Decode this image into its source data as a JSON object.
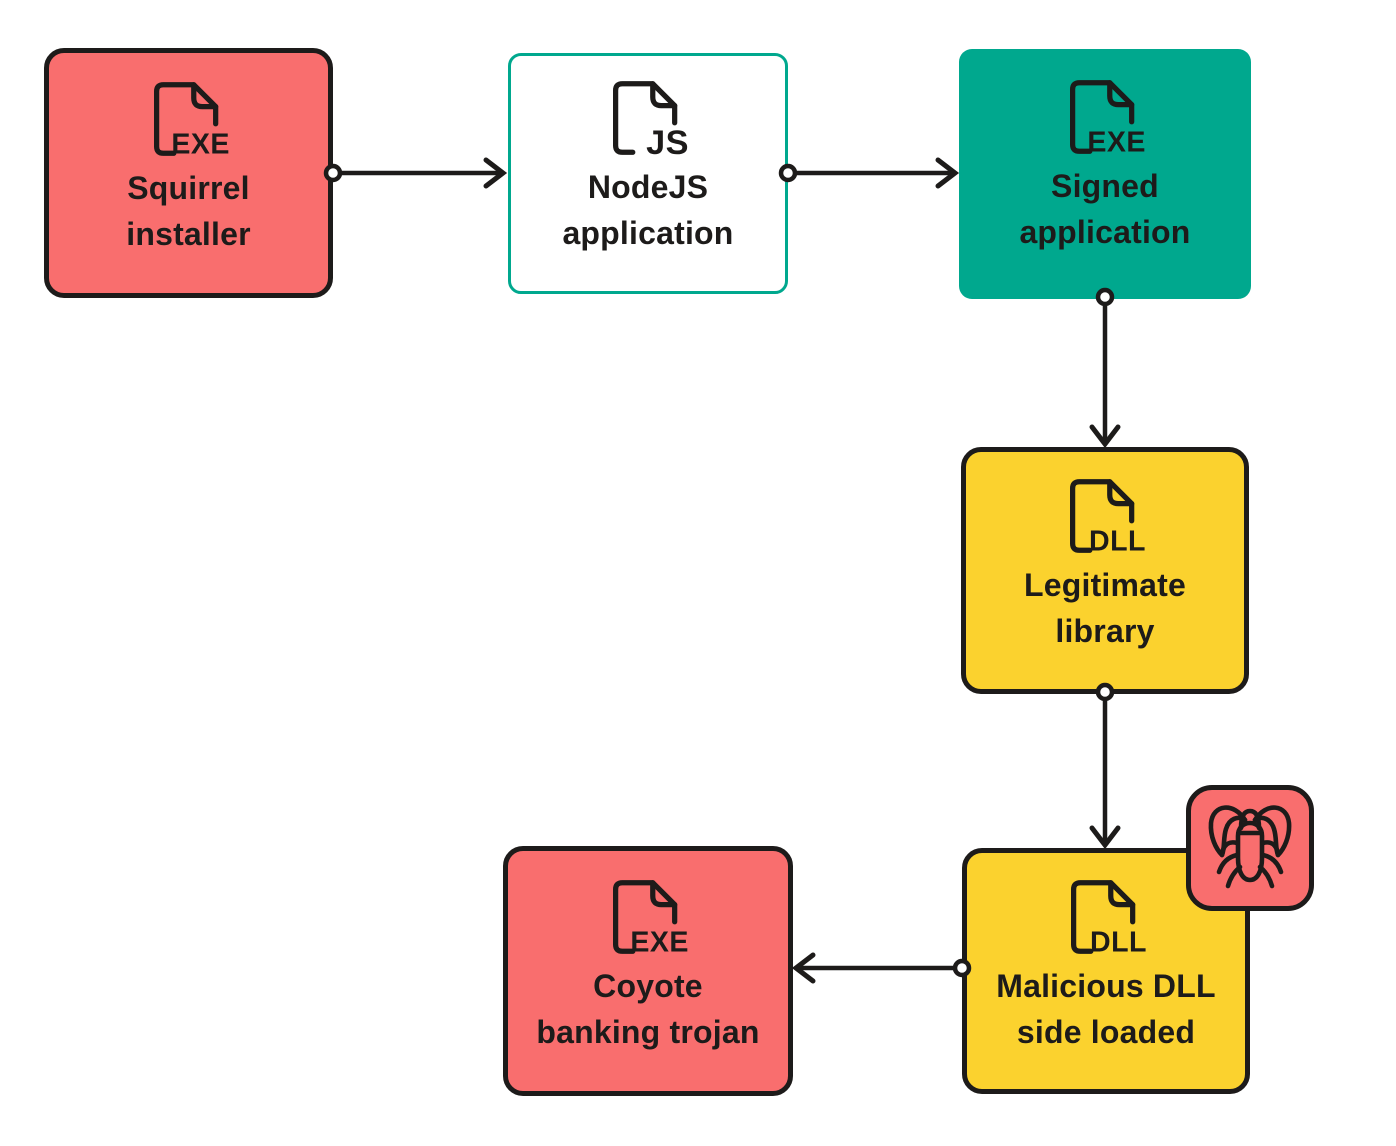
{
  "diagram": {
    "type": "flowchart",
    "description": "Infection chain flow diagram",
    "colors": {
      "salmon": "#F96E6E",
      "teal": "#00A88E",
      "yellow": "#FBD22E",
      "ink": "#1D1B1A",
      "background": "#FFFFFF"
    },
    "nodes": [
      {
        "id": "squirrel-installer",
        "label": "Squirrel\ninstaller",
        "icon": "exe-file-icon",
        "icon_label": "EXE",
        "fill": "salmon",
        "border": "ink"
      },
      {
        "id": "nodejs-application",
        "label": "NodeJS\napplication",
        "icon": "js-file-icon",
        "icon_label": "JS",
        "fill": "white",
        "border": "teal"
      },
      {
        "id": "signed-application",
        "label": "Signed\napplication",
        "icon": "exe-file-icon",
        "icon_label": "EXE",
        "fill": "teal",
        "border": "none"
      },
      {
        "id": "legitimate-library",
        "label": "Legitimate\nlibrary",
        "icon": "dll-file-icon",
        "icon_label": "DLL",
        "fill": "yellow",
        "border": "ink"
      },
      {
        "id": "malicious-dll",
        "label": "Malicious DLL\nside loaded",
        "icon": "dll-file-icon",
        "icon_label": "DLL",
        "fill": "yellow",
        "border": "ink",
        "badge": "bug-icon"
      },
      {
        "id": "coyote-trojan",
        "label": "Coyote\nbanking trojan",
        "icon": "exe-file-icon",
        "icon_label": "EXE",
        "fill": "salmon",
        "border": "ink"
      }
    ],
    "edges": [
      {
        "from": "squirrel-installer",
        "to": "nodejs-application",
        "direction": "right"
      },
      {
        "from": "nodejs-application",
        "to": "signed-application",
        "direction": "right"
      },
      {
        "from": "signed-application",
        "to": "legitimate-library",
        "direction": "down"
      },
      {
        "from": "legitimate-library",
        "to": "malicious-dll",
        "direction": "down"
      },
      {
        "from": "malicious-dll",
        "to": "coyote-trojan",
        "direction": "left"
      }
    ]
  }
}
